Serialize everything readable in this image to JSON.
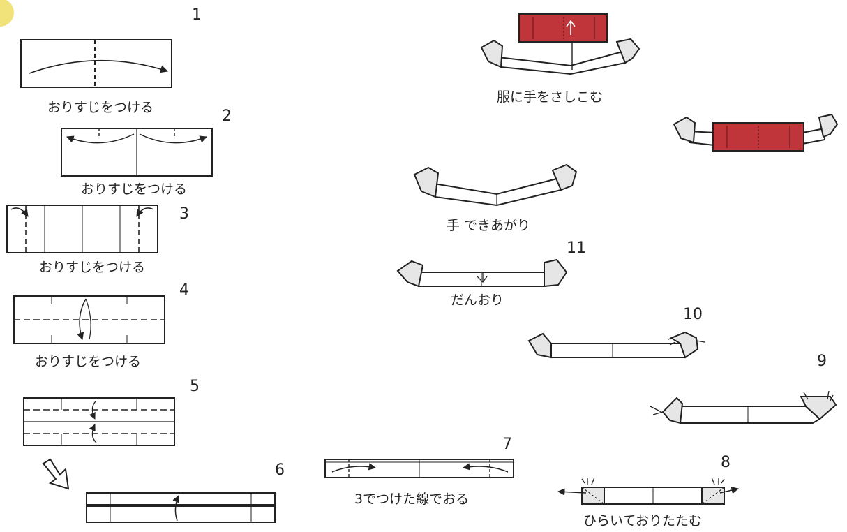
{
  "steps": [
    {
      "number": "1",
      "caption": "おりすじをつける"
    },
    {
      "number": "2",
      "caption": "おりすじをつける"
    },
    {
      "number": "3",
      "caption": "おりすじをつける"
    },
    {
      "number": "4",
      "caption": "おりすじをつける"
    },
    {
      "number": "5",
      "caption": ""
    },
    {
      "number": "6",
      "caption": ""
    },
    {
      "number": "7",
      "caption": "3でつけた線でおる"
    },
    {
      "number": "8",
      "caption": "ひらいておりたたむ"
    },
    {
      "number": "9",
      "caption": ""
    },
    {
      "number": "10",
      "caption": ""
    },
    {
      "number": "11",
      "caption": "だんおり"
    }
  ],
  "finished_caption": "手 できあがり",
  "insert_caption": "服に手をさしこむ",
  "colors": {
    "line": "#222222",
    "paper_shade": "#e6e6e6",
    "clothing_red": "#c0353a",
    "corner_dot": "#f2e27a"
  }
}
